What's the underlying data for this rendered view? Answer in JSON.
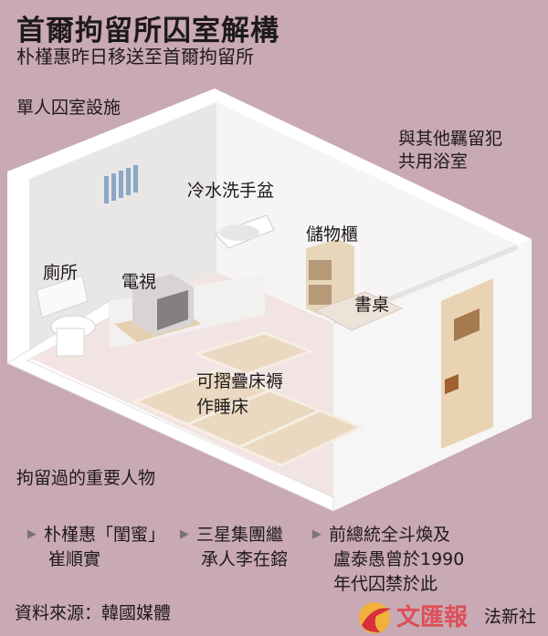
{
  "title": "首爾拘留所囚室解構",
  "subtitle": "朴槿惠昨日移送至首爾拘留所",
  "labels": {
    "single_cell": "單人囚室設施",
    "shared_bath_1": "與其他羈留犯",
    "shared_bath_2": "共用浴室",
    "sink": "冷水洗手盆",
    "cabinet": "儲物櫃",
    "toilet": "廁所",
    "tv": "電視",
    "desk": "書桌",
    "bed_1": "可摺疊床褥",
    "bed_2": "作睡床"
  },
  "detainees_heading": "拘留過的重要人物",
  "detainees": [
    {
      "line1": "朴槿惠「閨蜜」",
      "line2": "崔順實"
    },
    {
      "line1": "三星集團繼",
      "line2": "承人李在鎔"
    },
    {
      "line1": "前總統全斗煥及",
      "line2": "盧泰愚曾於1990",
      "line3": "年代囚禁於此"
    }
  ],
  "source": "資料來源：韓國媒體",
  "credit": "法新社",
  "logo_text": "文匯報",
  "colors": {
    "background": "#c9a9b3",
    "wall": "#f4f2f2",
    "floor": "#f2e4e2",
    "mat": "#ead8c0",
    "door": "#e9d3b3"
  }
}
